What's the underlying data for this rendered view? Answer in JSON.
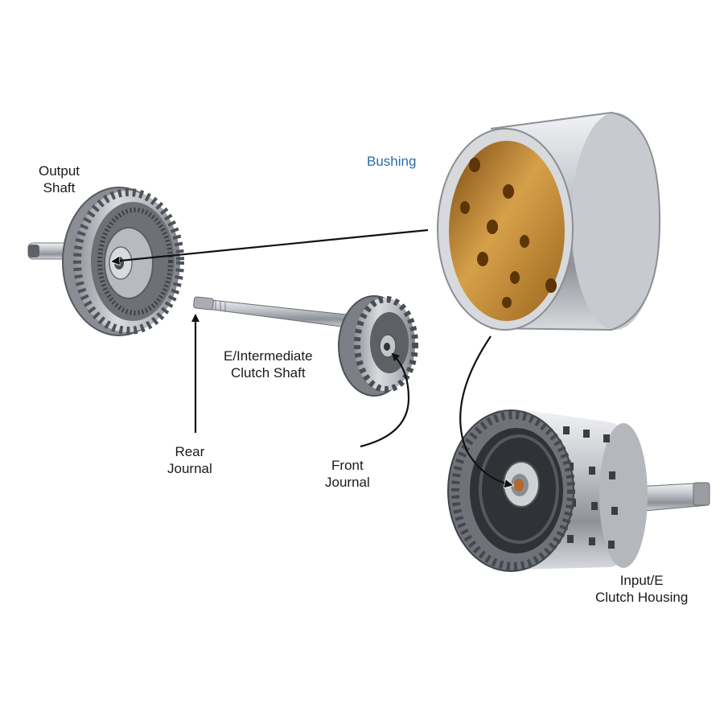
{
  "labels": {
    "bushing": {
      "line1": "Bushing"
    },
    "output_shaft": {
      "line1": "Output",
      "line2": "Shaft"
    },
    "e_intermediate_clutch_shaft": {
      "line1": "E/Intermediate",
      "line2": "Clutch Shaft"
    },
    "rear_journal": {
      "line1": "Rear",
      "line2": "Journal"
    },
    "front_journal": {
      "line1": "Front",
      "line2": "Journal"
    },
    "input_e_clutch_housing": {
      "line1": "Input/E",
      "line2": "Clutch Housing"
    }
  },
  "colors": {
    "bushing_label": "#2a6ea8",
    "bronze": "#c58a2c",
    "steel": "#c9ccd0",
    "arrow": "#111111"
  }
}
